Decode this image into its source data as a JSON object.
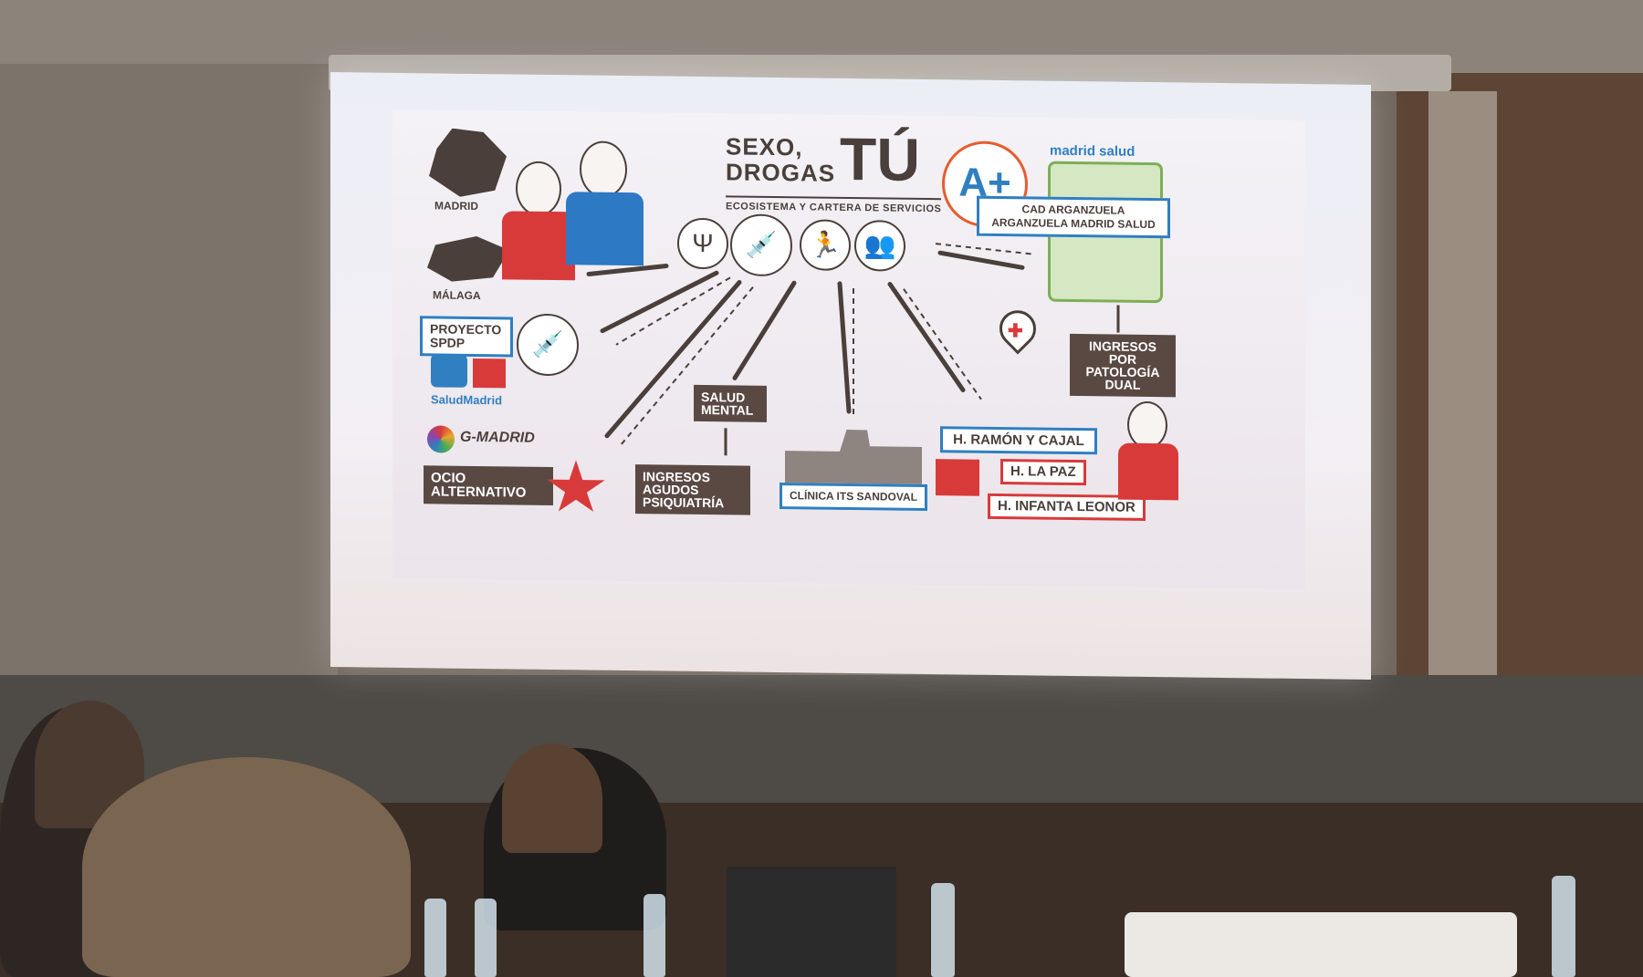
{
  "slide": {
    "title_line1": "SEXO,",
    "title_line2": "DROGAS",
    "title_tu": "TÚ",
    "subtitle": "ECOSISTEMA Y CARTERA DE SERVICIOS",
    "aplus": "A+",
    "city_madrid": "MADRID",
    "city_malaga": "MÁLAGA",
    "madrid_salud_logo": "madrid salud",
    "cad_box": "CAD ARGANZUELA ARGANZUELA MADRID SALUD",
    "ingresos_dual": "INGRESOS POR PATOLOGÍA DUAL",
    "proyecto_spdp": "PROYECTO SPDP",
    "salud_madrid_logo": "SaludMadrid",
    "g_madrid_logo": "G-MADRID",
    "ocio_alternativo": "OCIO ALTERNATIVO",
    "salud_mental": "SALUD MENTAL",
    "ingresos_agudos": "INGRESOS AGUDOS PSIQUIATRÍA",
    "clinica_its": "CLÍNICA ITS SANDOVAL",
    "h_ramon_cajal": "H. RAMÓN Y CAJAL",
    "h_la_paz": "H. LA PAZ",
    "h_infanta_leonor": "H. INFANTA LEONOR",
    "icons": [
      "psi-icon",
      "syringe-icon",
      "running-person-icon",
      "group-icon"
    ]
  },
  "colors": {
    "dark": "#4a3f3a",
    "blue": "#2f7fc1",
    "red": "#d83a3a",
    "orange": "#e75c2e"
  }
}
